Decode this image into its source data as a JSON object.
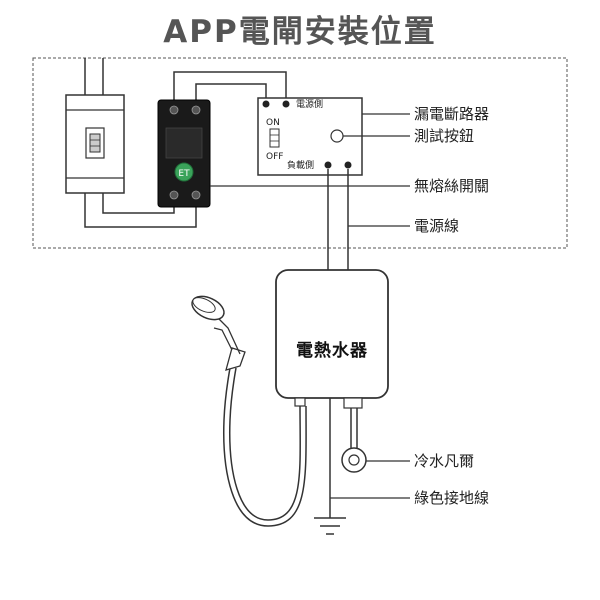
{
  "title": "APP電閘安裝位置",
  "labels": {
    "leakage_breaker": "漏電斷路器",
    "test_button": "測試按鈕",
    "no_fuse_switch": "無熔絲開關",
    "power_line": "電源線",
    "cold_water_valve": "冷水凡爾",
    "ground_wire": "綠色接地線",
    "water_heater": "電熱水器"
  },
  "breaker": {
    "source_side": "電源側",
    "load_side": "負載側",
    "on": "ON",
    "off": "OFF"
  },
  "colors": {
    "line": "#333333",
    "dashed_border": "#555555",
    "breaker_body": "#1a1a1a",
    "app_button": "#3aa35a"
  }
}
